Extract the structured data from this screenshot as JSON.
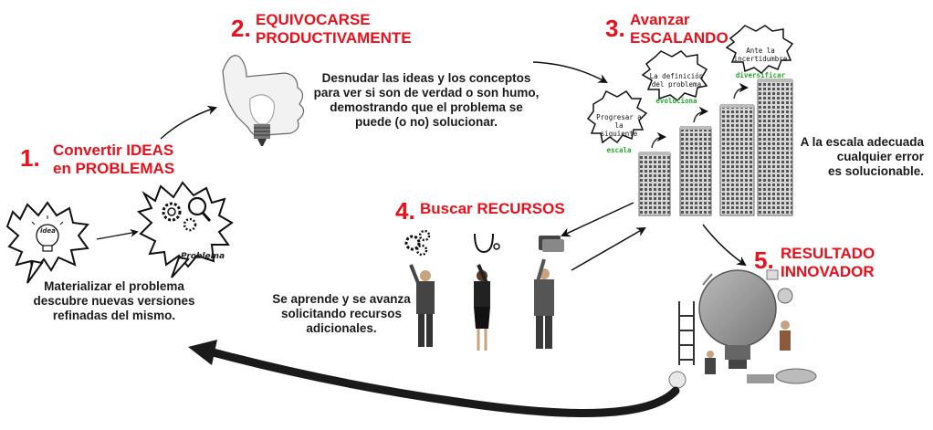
{
  "steps": [
    {
      "number": "1.",
      "title": "Convertir IDEAS\nen PROBLEMAS",
      "description": "Materializar el problema\ndescubre nuevas versiones\nrefinadas del mismo."
    },
    {
      "number": "2.",
      "title": "EQUIVOCARSE\nPRODUCTIVAMENTE",
      "description": "Desnudar las ideas y los conceptos\npara ver si son de verdad o son humo,\ndemostrando que el problema se\npuede (o no) solucionar."
    },
    {
      "number": "3.",
      "title": "Avanzar\nESCALANDO",
      "description": "A la escala adecuada\ncualquier error\nes solucionable."
    },
    {
      "number": "4.",
      "title": "Buscar RECURSOS",
      "description": "Se aprende y se avanza\nsolicitando recursos\nadicionales."
    },
    {
      "number": "5.",
      "title": "RESULTADO\nINNOVADOR",
      "description": ""
    }
  ],
  "bubbles": {
    "idea": "idea",
    "problema": "Problema",
    "scale1_text": "Progresar a\nla siguiente",
    "scale1_highlight": "escala",
    "scale2_text": "La definición\ndel problema",
    "scale2_highlight": "evoluciona",
    "scale3_text": "Ante la\nincertidumbre",
    "scale3_highlight": "diversificar"
  },
  "colors": {
    "accent_red": "#e8101a",
    "highlight_green": "#22a82a",
    "text_dark": "#1a1a1a"
  }
}
